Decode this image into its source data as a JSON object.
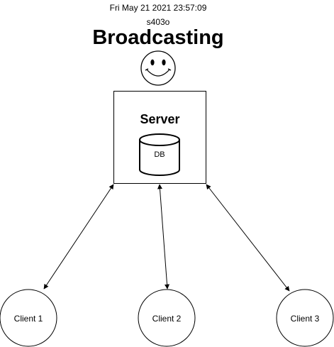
{
  "header": {
    "timestamp": "Fri May 21 2021 23:57:09",
    "subtitle": "s403o",
    "title": "Broadcasting"
  },
  "server": {
    "label": "Server",
    "database_label": "DB"
  },
  "clients": [
    {
      "label": "Client 1"
    },
    {
      "label": "Client 2"
    },
    {
      "label": "Client 3"
    }
  ],
  "icons": {
    "logo": "smiley-face-icon"
  },
  "connections": [
    {
      "from": "server",
      "to": "Client 1",
      "arrows": "both"
    },
    {
      "from": "server",
      "to": "Client 2",
      "arrows": "both"
    },
    {
      "from": "server",
      "to": "Client 3",
      "arrows": "both"
    }
  ],
  "colors": {
    "stroke": "#000000",
    "background": "#ffffff"
  }
}
